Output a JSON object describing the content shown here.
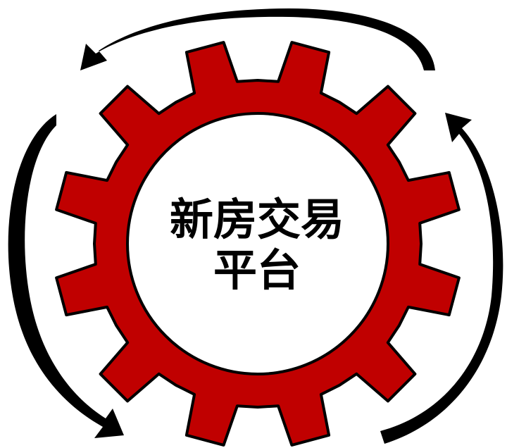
{
  "center_label": {
    "line1": "新房交易",
    "line2": "平台"
  },
  "colors": {
    "gear_fill": "#c00000",
    "gear_stroke": "#000000",
    "hub_fill": "#ffffff",
    "arrow_fill": "#000000",
    "label_text": "#000000"
  },
  "gear": {
    "teeth": 12
  },
  "icons": {
    "gear": "gear-icon",
    "arrows": "curved-arrow-icon"
  }
}
